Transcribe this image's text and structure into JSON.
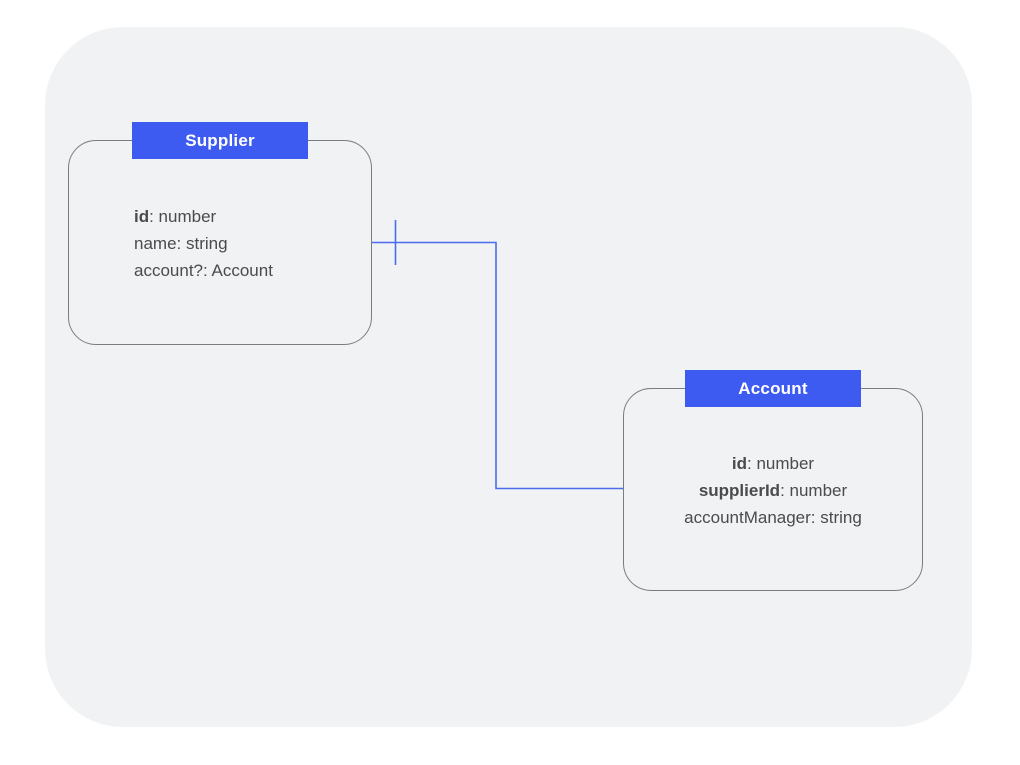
{
  "colors": {
    "accent_blue": "#3d5af1",
    "line_blue": "#4c6cf0",
    "box_border": "#797d82",
    "panel_background": "#f1f2f3",
    "field_text": "#4a4b4d",
    "header_text": "#ffffff"
  },
  "entities": [
    {
      "title": "Supplier",
      "fields": [
        {
          "name": "id",
          "bold": true,
          "rest": ": number"
        },
        {
          "name": "name",
          "bold": false,
          "rest": ": string"
        },
        {
          "name": "account?",
          "bold": false,
          "rest": ": Account"
        }
      ]
    },
    {
      "title": "Account",
      "fields": [
        {
          "name": "id",
          "bold": true,
          "rest": ": number"
        },
        {
          "name": "supplierId",
          "bold": true,
          "rest": ": number"
        },
        {
          "name": "accountManager",
          "bold": false,
          "rest": ": string"
        }
      ]
    }
  ],
  "relationship": {
    "from": "Supplier",
    "to": "Account",
    "cardinality_marker": "one"
  }
}
